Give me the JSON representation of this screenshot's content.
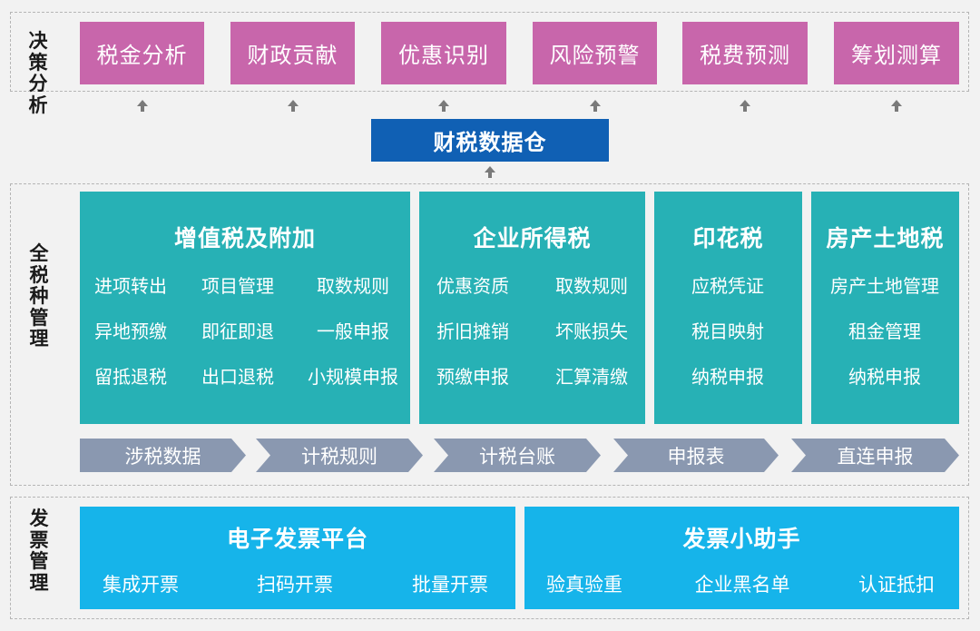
{
  "decision": {
    "label": "决策\n分析",
    "tiles": [
      "税金分析",
      "财政贡献",
      "优惠识别",
      "风险预警",
      "税费预测",
      "筹划测算"
    ]
  },
  "warehouse": {
    "label": "财税数据仓"
  },
  "tax": {
    "label": "全\n税\n种\n管\n理",
    "panels": [
      {
        "title": "增值税及附加",
        "rows": [
          [
            "进项转出",
            "项目管理",
            "取数规则"
          ],
          [
            "异地预缴",
            "即征即退",
            "一般申报"
          ],
          [
            "留抵退税",
            "出口退税",
            "小规模申报"
          ]
        ]
      },
      {
        "title": "企业所得税",
        "rows": [
          [
            "优惠资质",
            "取数规则"
          ],
          [
            "折旧摊销",
            "坏账损失"
          ],
          [
            "预缴申报",
            "汇算清缴"
          ]
        ]
      },
      {
        "title": "印花税",
        "rows": [
          [
            "应税凭证"
          ],
          [
            "税目映射"
          ],
          [
            "纳税申报"
          ]
        ]
      },
      {
        "title": "房产土地税",
        "rows": [
          [
            "房产土地管理"
          ],
          [
            "租金管理"
          ],
          [
            "纳税申报"
          ]
        ]
      }
    ],
    "flow": [
      "涉税数据",
      "计税规则",
      "计税台账",
      "申报表",
      "直连申报"
    ]
  },
  "invoice": {
    "label": "发\n票\n管\n理",
    "panels": [
      {
        "title": "电子发票平台",
        "items": [
          "集成开票",
          "扫码开票",
          "批量开票"
        ]
      },
      {
        "title": "发票小助手",
        "items": [
          "验真验重",
          "企业黑名单",
          "认证抵扣"
        ]
      }
    ]
  }
}
